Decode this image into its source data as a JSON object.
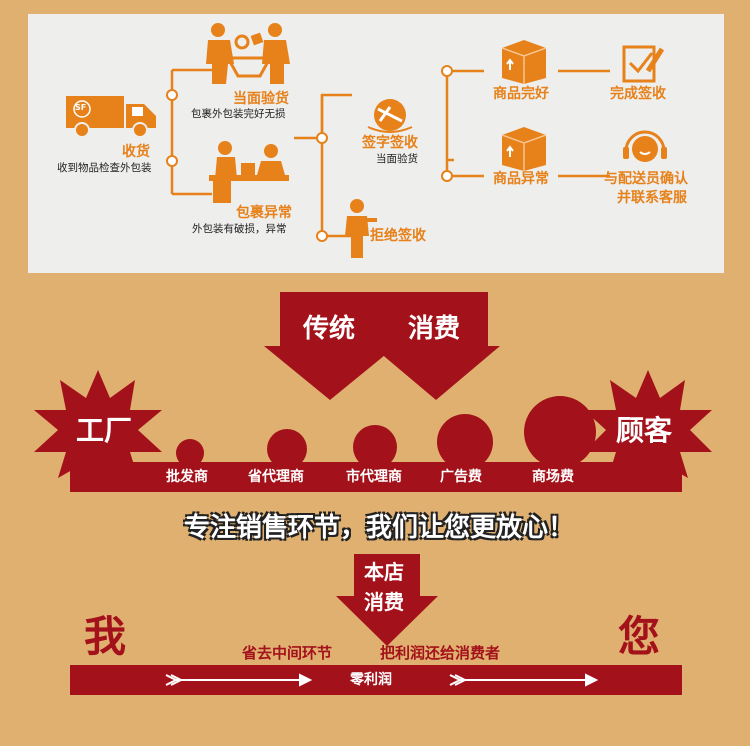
{
  "flow": {
    "receive": {
      "title": "收货",
      "desc": "收到物品检查外包装",
      "truck_logo": "SF"
    },
    "inspect": {
      "title": "当面验货",
      "desc": "包裹外包装完好无损"
    },
    "abnormal_pkg": {
      "title": "包裹异常",
      "desc": "外包装有破损，异常"
    },
    "sign": {
      "title": "签字签收",
      "desc": "当面验货"
    },
    "reject": {
      "title": "拒绝签收"
    },
    "goods_ok": {
      "title": "商品完好"
    },
    "goods_bad": {
      "title": "商品异常"
    },
    "complete": {
      "title": "完成签收"
    },
    "confirm": {
      "line1": "与配送员确认",
      "line2": "并联系客服"
    }
  },
  "traditional": {
    "arrow_left": "传统",
    "arrow_right": "消费",
    "factory": "工厂",
    "customer": "顾客",
    "chain": [
      "批发商",
      "省代理商",
      "市代理商",
      "广告费",
      "商场费"
    ]
  },
  "slogan": "专注销售环节，我们让您更放心！",
  "ours": {
    "arrow_line1": "本店",
    "arrow_line2": "消费",
    "me": "我",
    "you": "您",
    "left_note": "省去中间环节",
    "right_note": "把利润还给消费者",
    "band_text": "零利润"
  },
  "colors": {
    "orange": "#e7811a",
    "red": "#a3111a",
    "tan": "#e0b071",
    "panel": "#eeeeed"
  }
}
